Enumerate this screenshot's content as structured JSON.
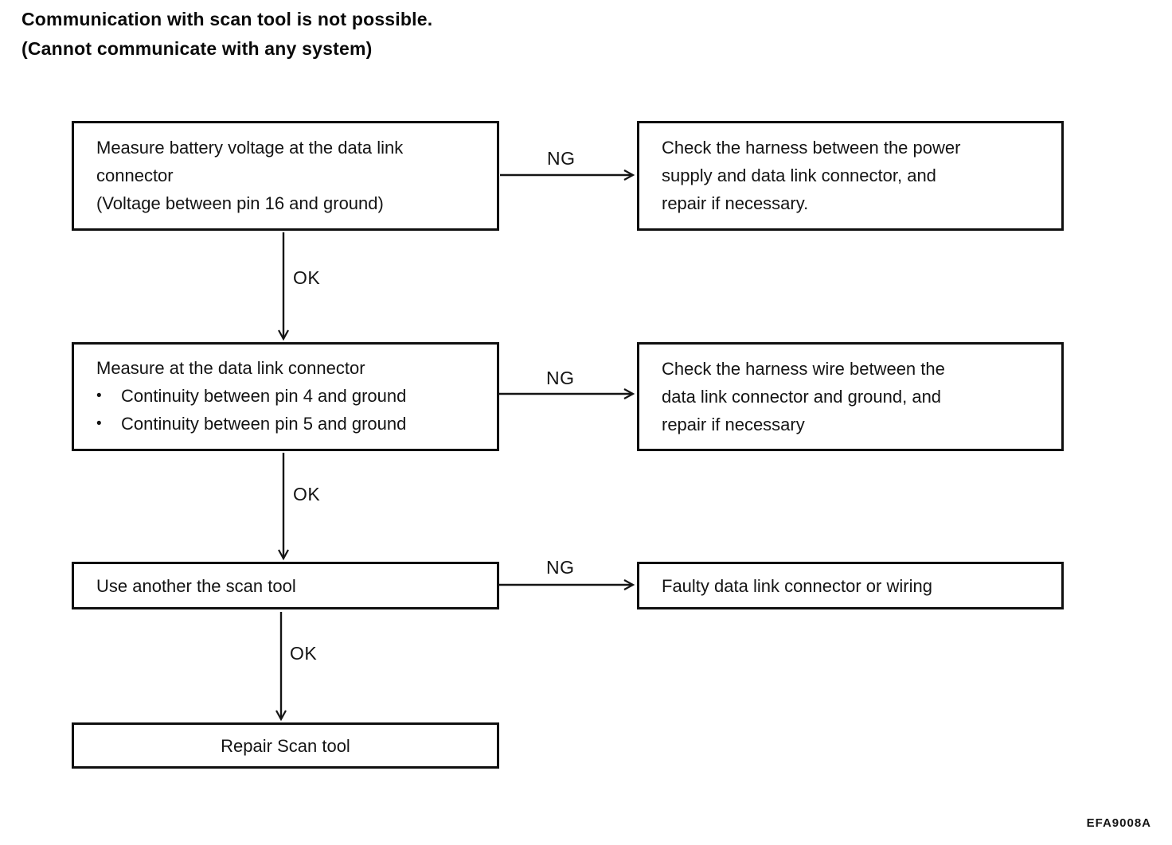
{
  "title": {
    "line1": "Communication with scan tool is not possible.",
    "line2": "(Cannot communicate with any system)"
  },
  "flowchart": {
    "labels": {
      "ok": "OK",
      "ng": "NG"
    },
    "bullet_char": "•",
    "boxes": {
      "step1": {
        "text": "Measure battery voltage at the data link connector",
        "subtext": "(Voltage between pin 16 and ground)"
      },
      "result1": {
        "text": "Check the harness between the power supply and data link connector, and repair if necessary."
      },
      "step2": {
        "heading": "Measure at the data link connector",
        "bullets": [
          "Continuity between pin 4 and ground",
          "Continuity between pin 5 and ground"
        ]
      },
      "result2": {
        "text": "Check the harness wire between the data link connector and ground, and repair if necessary"
      },
      "step3": {
        "text": "Use another the scan tool"
      },
      "result3": {
        "text": "Faulty data link connector or wiring"
      },
      "step4": {
        "text": "Repair Scan tool"
      }
    }
  },
  "figure_code": "EFA9008A",
  "colors": {
    "ink": "#111111",
    "background": "#ffffff"
  }
}
